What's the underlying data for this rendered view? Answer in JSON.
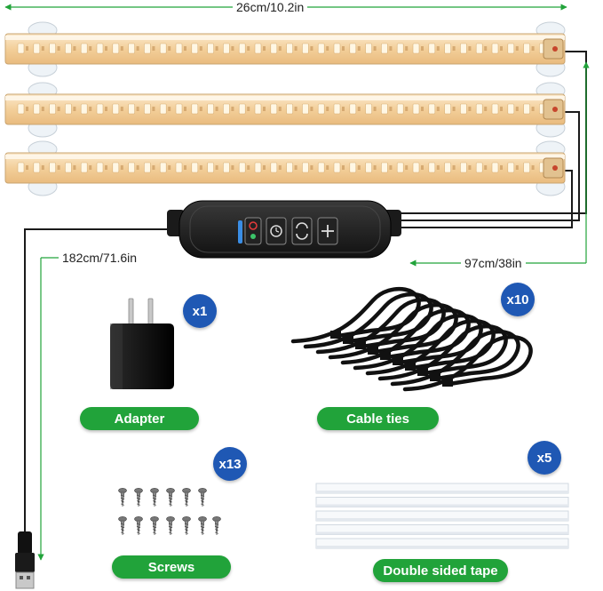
{
  "dimensions": {
    "strip_length": "26cm/10.2in",
    "usb_cable_length": "182cm/71.6in",
    "strip_cable_length": "97cm/38in"
  },
  "items": [
    {
      "name": "Adapter",
      "quantity": "x1"
    },
    {
      "name": "Cable ties",
      "quantity": "x10"
    },
    {
      "name": "Screws",
      "quantity": "x13"
    },
    {
      "name": "Double sided tape",
      "quantity": "x5"
    }
  ],
  "colors": {
    "label_green": "#21a33a",
    "badge_blue": "#1f58b4",
    "dimension_line": "#21a33a",
    "led_warm": "#f3c890"
  },
  "icons": {
    "controller_buttons": [
      "power-icon",
      "timer-icon",
      "cycle-icon",
      "plus-icon"
    ]
  }
}
